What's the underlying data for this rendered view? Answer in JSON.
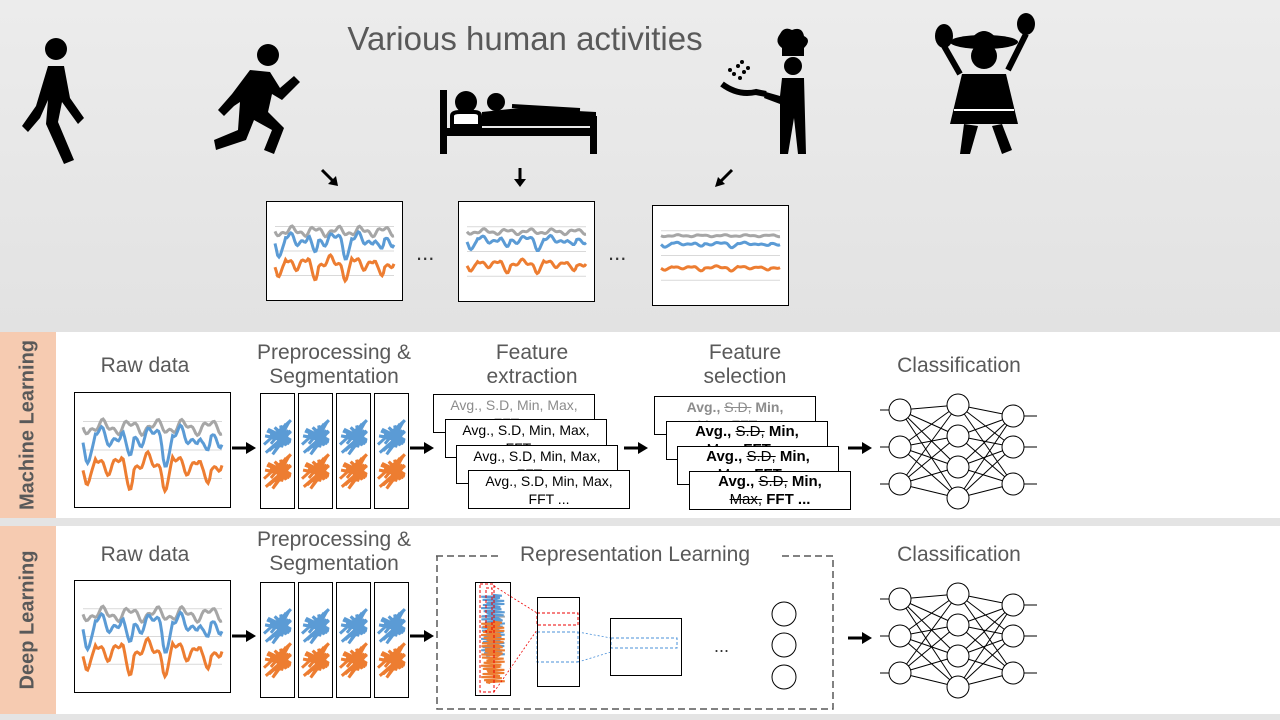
{
  "title": "Various human activities",
  "ellipsis": "...",
  "ml": {
    "side_label": "Machine Learning",
    "raw": "Raw data",
    "prep": [
      "Preprocessing &",
      "Segmentation"
    ],
    "extract": [
      "Feature",
      "extraction"
    ],
    "select": [
      "Feature",
      "selection"
    ],
    "classify": "Classification",
    "extract_line1": "Avg., S.D, Min, Max,",
    "extract_line2": "FFT ...",
    "select_line1": [
      "Avg.,",
      "S.D,",
      "Min,"
    ],
    "select_line2": [
      "Max,",
      "FFT ..."
    ]
  },
  "dl": {
    "side_label": "Deep Learning",
    "raw": "Raw data",
    "prep": [
      "Preprocessing &",
      "Segmentation"
    ],
    "repr": "Representation Learning",
    "classify": "Classification"
  },
  "colors": {
    "gray": "#a6a6a6",
    "blue": "#5b9bd5",
    "orange": "#ed7d31",
    "accent_band": "#f6cbb1"
  },
  "icons": [
    "walking-person-icon",
    "running-person-icon",
    "sleeping-in-bed-icon",
    "cooking-chef-icon",
    "dancing-person-icon"
  ]
}
